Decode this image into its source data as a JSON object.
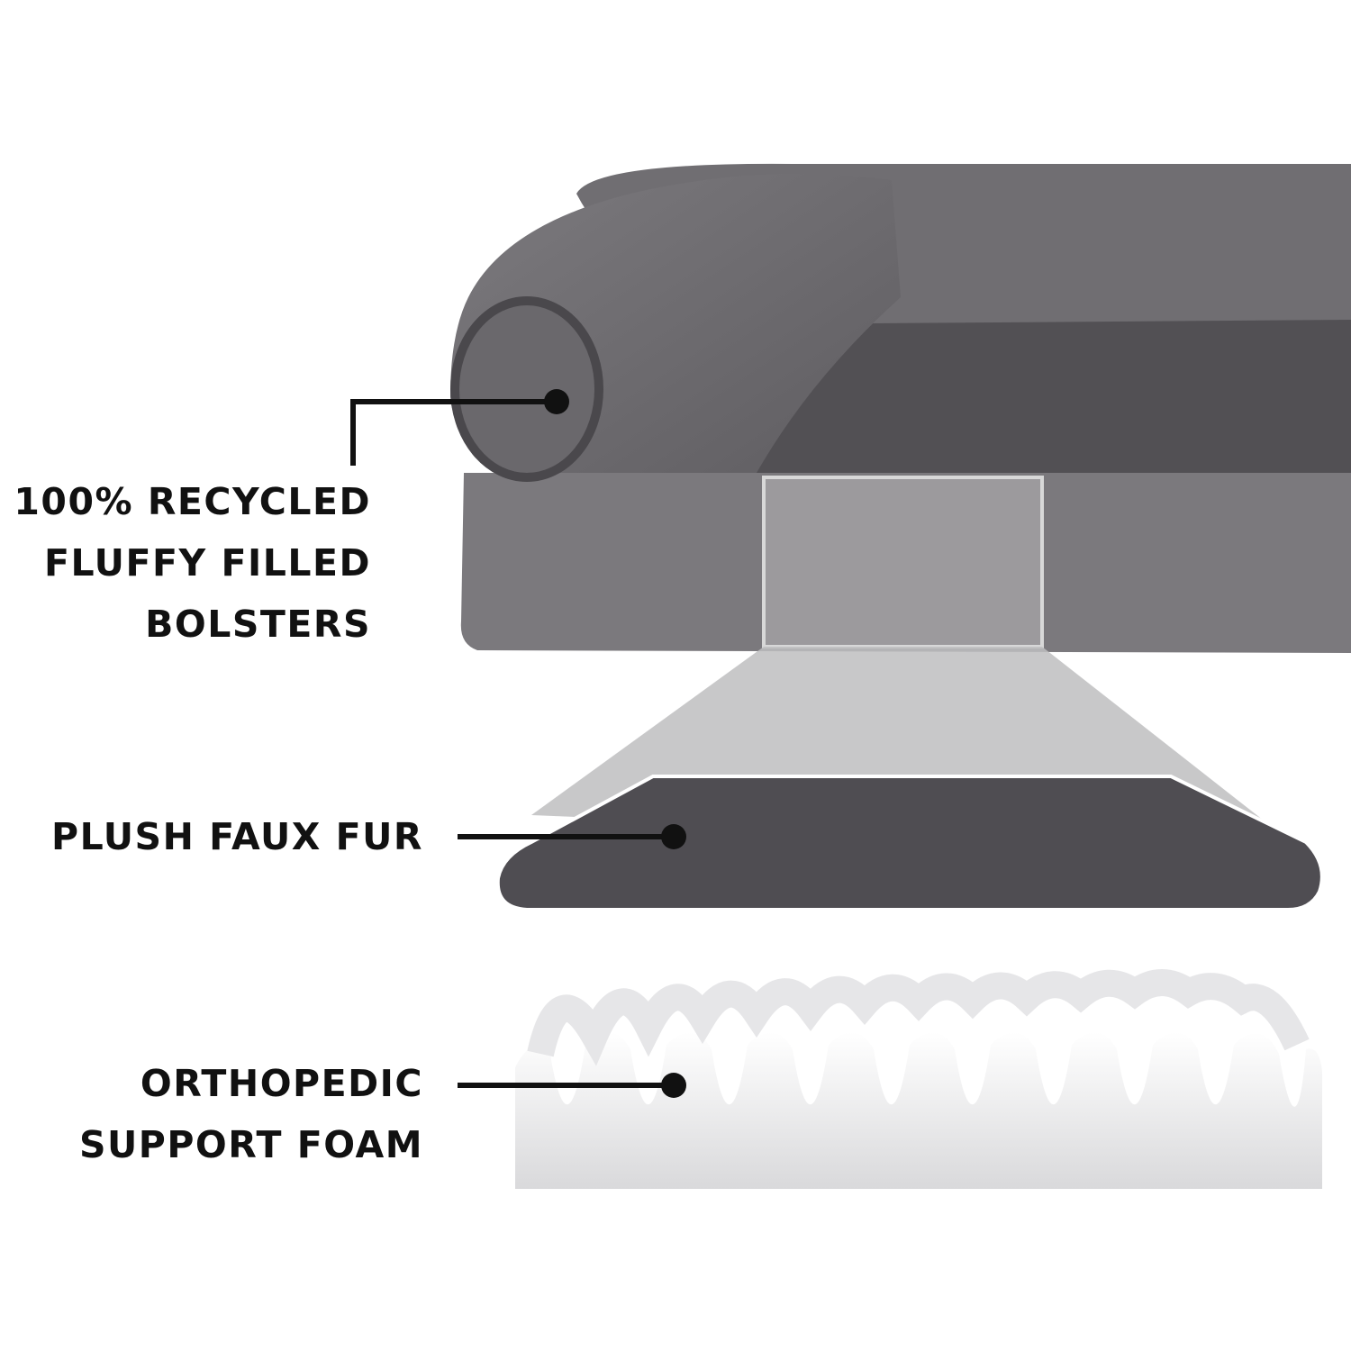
{
  "callouts": {
    "bolsters": {
      "lines": [
        "100% RECYCLED",
        "FLUFFY FILLED",
        "BOLSTERS"
      ]
    },
    "fur": {
      "lines": [
        "PLUSH FAUX FUR"
      ]
    },
    "foam": {
      "lines": [
        "ORTHOPEDIC",
        "SUPPORT FOAM"
      ]
    }
  },
  "colors": {
    "bed_gray": "#7a787c",
    "fur_dark": "#4f4d52",
    "foam_white": "#f2f2f2",
    "callout_line": "#111111"
  }
}
